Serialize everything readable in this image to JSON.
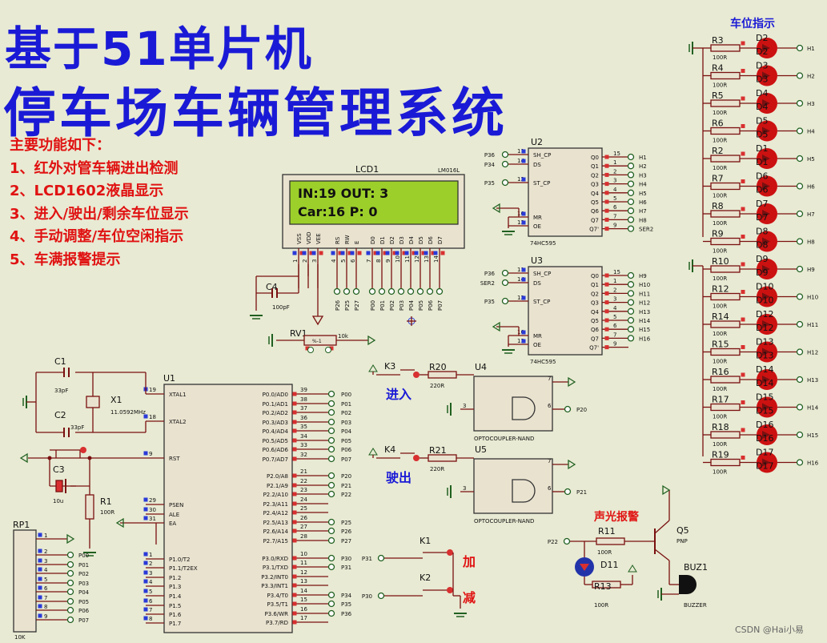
{
  "title": {
    "line1": "基于51单片机",
    "line2": "停车场车辆管理系统"
  },
  "features": {
    "heading": "主要功能如下：",
    "items": [
      "1、红外对管车辆进出检测",
      "2、LCD1602液晶显示",
      "3、进入/驶出/剩余车位显示",
      "4、手动调整/车位空闲指示",
      "5、车满报警提示"
    ]
  },
  "lcd": {
    "ref": "LCD1",
    "model": "LM016L",
    "line1": " IN:19    OUT: 3",
    "line2": "Car:16      P: 0",
    "pins": [
      "VSS",
      "VDD",
      "VEE",
      "RS",
      "RW",
      "E",
      "D0",
      "D1",
      "D2",
      "D3",
      "D4",
      "D5",
      "D6",
      "D7"
    ],
    "pin_numbers": [
      "1",
      "2",
      "3",
      "4",
      "5",
      "6",
      "7",
      "8",
      "9",
      "10",
      "11",
      "12",
      "13",
      "14"
    ],
    "nets": [
      "P26",
      "P25",
      "P27",
      "P00",
      "P01",
      "P02",
      "P03",
      "P04",
      "P05",
      "P06",
      "P07"
    ]
  },
  "c4": {
    "ref": "C4",
    "value": "100pF"
  },
  "rv1": {
    "ref": "RV1",
    "value": "10k",
    "pct": "%-1"
  },
  "u1": {
    "ref": "U1",
    "left_pins": [
      [
        "19",
        "XTAL1"
      ],
      [
        "18",
        "XTAL2"
      ],
      [
        "9",
        "RST"
      ],
      [
        "29",
        "PSEN"
      ],
      [
        "30",
        "ALE"
      ],
      [
        "31",
        "EA"
      ],
      [
        "1",
        "P1.0/T2"
      ],
      [
        "2",
        "P1.1/T2EX"
      ],
      [
        "3",
        "P1.2"
      ],
      [
        "4",
        "P1.3"
      ],
      [
        "5",
        "P1.4"
      ],
      [
        "6",
        "P1.5"
      ],
      [
        "7",
        "P1.6"
      ],
      [
        "8",
        "P1.7"
      ]
    ],
    "right_pins": [
      [
        "39",
        "P0.0/AD0",
        "P00"
      ],
      [
        "38",
        "P0.1/AD1",
        "P01"
      ],
      [
        "37",
        "P0.2/AD2",
        "P02"
      ],
      [
        "36",
        "P0.3/AD3",
        "P03"
      ],
      [
        "35",
        "P0.4/AD4",
        "P04"
      ],
      [
        "34",
        "P0.5/AD5",
        "P05"
      ],
      [
        "33",
        "P0.6/AD6",
        "P06"
      ],
      [
        "32",
        "P0.7/AD7",
        "P07"
      ],
      [
        "21",
        "P2.0/A8",
        "P20"
      ],
      [
        "22",
        "P2.1/A9",
        "P21"
      ],
      [
        "23",
        "P2.2/A10",
        "P22"
      ],
      [
        "24",
        "P2.3/A11",
        ""
      ],
      [
        "25",
        "P2.4/A12",
        ""
      ],
      [
        "26",
        "P2.5/A13",
        "P25"
      ],
      [
        "27",
        "P2.6/A14",
        "P26"
      ],
      [
        "28",
        "P2.7/A15",
        "P27"
      ],
      [
        "10",
        "P3.0/RXD",
        "P30"
      ],
      [
        "11",
        "P3.1/TXD",
        "P31"
      ],
      [
        "12",
        "P3.2/INT0",
        ""
      ],
      [
        "13",
        "P3.3/INT1",
        ""
      ],
      [
        "14",
        "P3.4/T0",
        "P34"
      ],
      [
        "15",
        "P3.5/T1",
        "P35"
      ],
      [
        "16",
        "P3.6/WR",
        "P36"
      ],
      [
        "17",
        "P3.7/RD",
        ""
      ]
    ]
  },
  "crystal": {
    "c1": "C1",
    "c1v": "33pF",
    "c2": "C2",
    "c2v": "33pF",
    "x1": "X1",
    "x1v": "11.0592MHz"
  },
  "reset": {
    "c3": "C3",
    "c3v": "10u",
    "r1": "R1",
    "r1v": "100R"
  },
  "rp1": {
    "ref": "RP1",
    "value": "10K",
    "pins": [
      "1",
      "2",
      "3",
      "4",
      "5",
      "6",
      "7",
      "8",
      "9"
    ],
    "nets": [
      "P00",
      "P01",
      "P02",
      "P03",
      "P04",
      "P05",
      "P06",
      "P07"
    ]
  },
  "u2": {
    "ref": "U2",
    "part": "74HC595",
    "inputs": [
      [
        "P36",
        "11",
        "SH_CP"
      ],
      [
        "P34",
        "14",
        "DS"
      ],
      [
        "P35",
        "12",
        "ST_CP"
      ]
    ],
    "bottom_pins": [
      [
        "10",
        "MR"
      ],
      [
        "13",
        "OE"
      ]
    ],
    "outputs": [
      [
        "15",
        "Q0",
        "H1"
      ],
      [
        "1",
        "Q1",
        "H2"
      ],
      [
        "2",
        "Q2",
        "H3"
      ],
      [
        "3",
        "Q3",
        "H4"
      ],
      [
        "4",
        "Q4",
        "H5"
      ],
      [
        "5",
        "Q5",
        "H6"
      ],
      [
        "6",
        "Q6",
        "H7"
      ],
      [
        "7",
        "Q7",
        "H8"
      ],
      [
        "9",
        "Q7'",
        "SER2"
      ]
    ]
  },
  "u3": {
    "ref": "U3",
    "part": "74HC595",
    "inputs": [
      [
        "P36",
        "11",
        "SH_CP"
      ],
      [
        "SER2",
        "14",
        "DS"
      ],
      [
        "P35",
        "12",
        "ST_CP"
      ]
    ],
    "bottom_pins": [
      [
        "10",
        "MR"
      ],
      [
        "13",
        "OE"
      ]
    ],
    "outputs": [
      [
        "15",
        "Q0",
        "H9"
      ],
      [
        "1",
        "Q1",
        "H10"
      ],
      [
        "2",
        "Q2",
        "H11"
      ],
      [
        "3",
        "Q3",
        "H12"
      ],
      [
        "4",
        "Q4",
        "H13"
      ],
      [
        "5",
        "Q5",
        "H14"
      ],
      [
        "6",
        "Q6",
        "H15"
      ],
      [
        "7",
        "Q7",
        "H16"
      ],
      [
        "9",
        "Q7'",
        ""
      ]
    ]
  },
  "entry": {
    "key": "K3",
    "label": "进入",
    "res": "R20",
    "rv": "220R",
    "opto": "U4",
    "part": "OPTOCOUPLER-NAND",
    "net": "P20"
  },
  "exit": {
    "key": "K4",
    "label": "驶出",
    "res": "R21",
    "rv": "220R",
    "opto": "U5",
    "part": "OPTOCOUPLER-NAND",
    "net": "P21"
  },
  "keys": {
    "k1": "K1",
    "k1_label": "加",
    "k1_net": "P31",
    "k2": "K2",
    "k2_label": "减",
    "k2_net": "P30"
  },
  "alarm": {
    "title": "声光报警",
    "q5": "Q5",
    "q5v": "PNP",
    "r11": "R11",
    "r11v": "100R",
    "d11": "D11",
    "r13": "R13",
    "r13v": "100R",
    "buz": "BUZ1",
    "buzv": "BUZZER",
    "net": "P22"
  },
  "parking": {
    "title": "车位指示",
    "rows": [
      [
        "R3",
        "D2",
        "H1"
      ],
      [
        "R4",
        "D3",
        "H2"
      ],
      [
        "R5",
        "D4",
        "H3"
      ],
      [
        "R6",
        "D5",
        "H4"
      ],
      [
        "R2",
        "D1",
        "H5"
      ],
      [
        "R7",
        "D6",
        "H6"
      ],
      [
        "R8",
        "D7",
        "H7"
      ],
      [
        "R9",
        "D8",
        "H8"
      ],
      [
        "R10",
        "D9",
        "H9"
      ],
      [
        "R12",
        "D10",
        "H10"
      ],
      [
        "R14",
        "D12",
        "H11"
      ],
      [
        "R15",
        "D13",
        "H12"
      ],
      [
        "R16",
        "D14",
        "H13"
      ],
      [
        "R17",
        "D15",
        "H14"
      ],
      [
        "R18",
        "D16",
        "H15"
      ],
      [
        "R19",
        "D17",
        "H16"
      ]
    ],
    "res_value": "100R"
  },
  "watermark": "CSDN @Hai小易",
  "colors": {
    "wire": "#7a1010",
    "component": "#7a1010",
    "body_fill": "#e9e2cf",
    "title": "#1a1ad6",
    "accent_red": "#e01212",
    "lcd_screen": "#9ccf2a",
    "led": "#cc1111",
    "pin_marker": "#2a3ad8"
  }
}
